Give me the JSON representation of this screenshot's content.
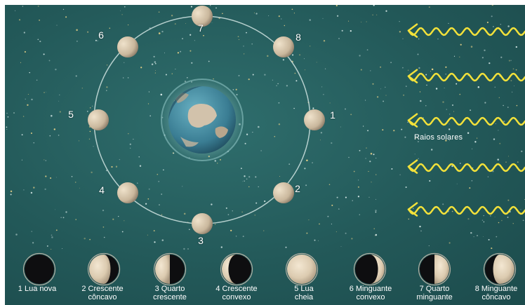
{
  "orbit_labels": [
    "1",
    "2",
    "3",
    "4",
    "5",
    "6",
    "7",
    "8"
  ],
  "rays_label": "Raios solares",
  "phases": [
    {
      "line1": "1 Lua nova",
      "line2": ""
    },
    {
      "line1": "2 Crescente",
      "line2": "côncavo"
    },
    {
      "line1": "3 Quarto",
      "line2": "crescente"
    },
    {
      "line1": "4 Crescente",
      "line2": "convexo"
    },
    {
      "line1": "5 Lua",
      "line2": "cheia"
    },
    {
      "line1": "6 Minguante",
      "line2": "convexo"
    },
    {
      "line1": "7 Quarto",
      "line2": "minguante"
    },
    {
      "line1": "8 Minguante",
      "line2": "côncavo"
    }
  ],
  "colors": {
    "background": "#235959",
    "orbit": "#cfe3e0",
    "rays": "#f2e13a",
    "moon_lit": "#e3d3b8",
    "moon_dark": "#0e0e10",
    "earth_ocean": "#3f8aa0",
    "earth_land": "#c9b9a3"
  }
}
